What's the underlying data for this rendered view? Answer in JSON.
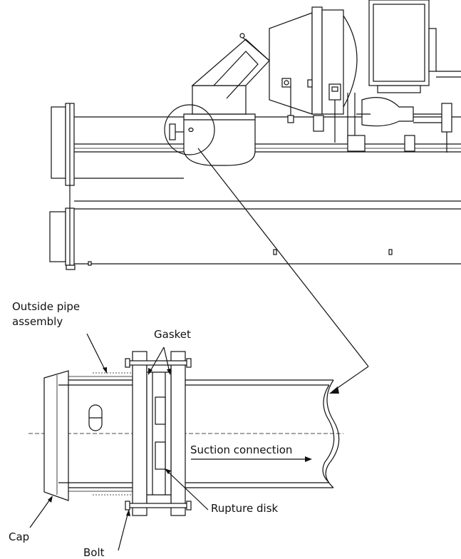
{
  "labels": {
    "outside_pipe_line1": "Outside pipe",
    "outside_pipe_line2": "assembly",
    "gasket": "Gasket",
    "suction_connection": "Suction connection",
    "rupture_disk": "Rupture disk",
    "cap": "Cap",
    "bolt": "Bolt"
  }
}
